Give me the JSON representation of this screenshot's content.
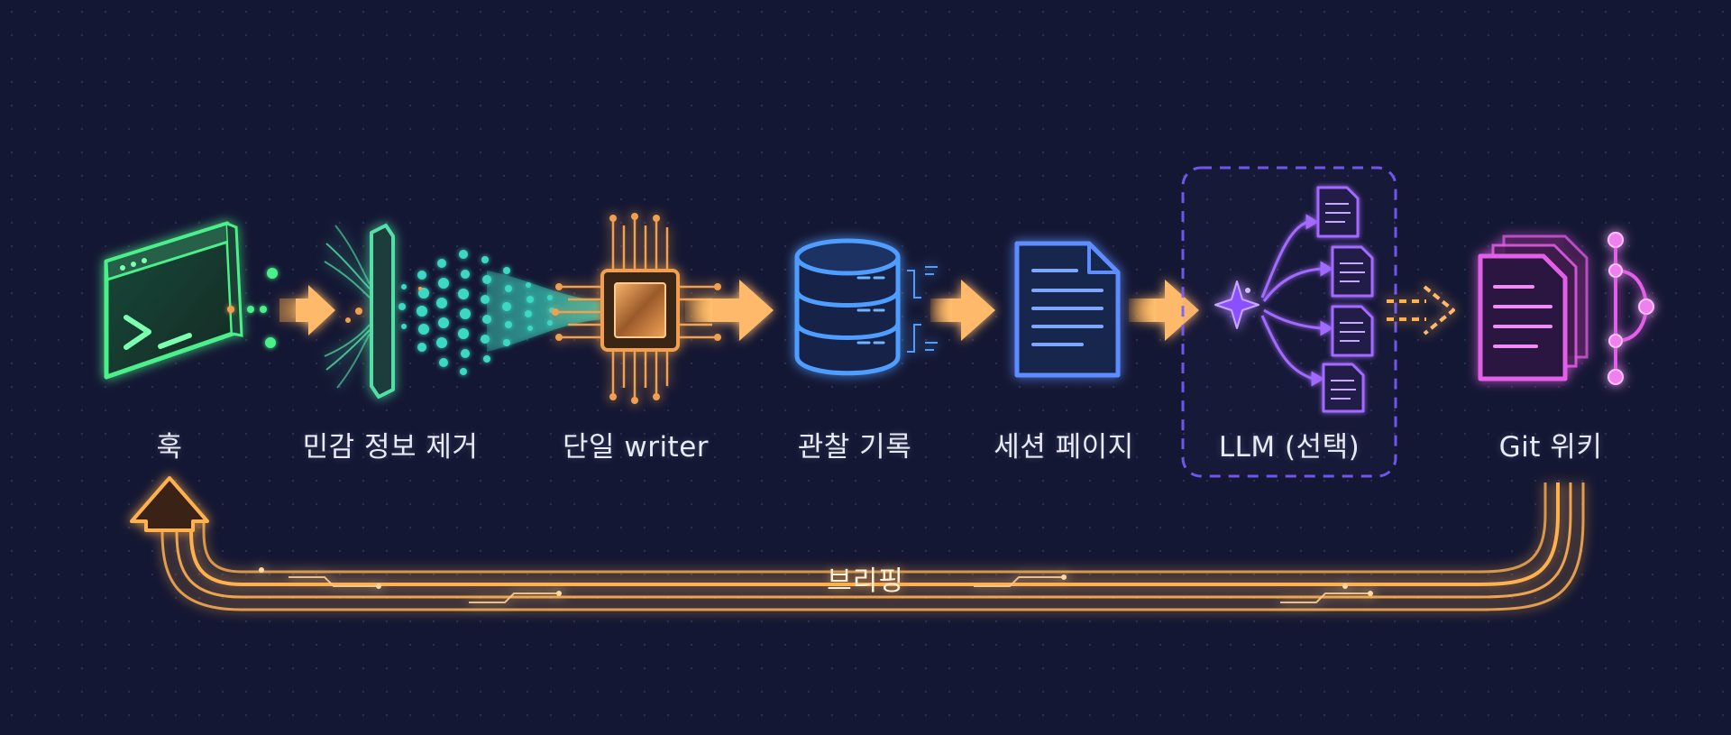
{
  "stages": [
    {
      "id": "hook",
      "label": "훅",
      "icon": "terminal-window-icon",
      "color": "#4cf08a"
    },
    {
      "id": "redact",
      "label": "민감 정보 제거",
      "icon": "filter-shield-icon",
      "color": "#52e0a8"
    },
    {
      "id": "writer",
      "label": "단일 writer",
      "icon": "processor-chip-icon",
      "color": "#f0a050"
    },
    {
      "id": "observation",
      "label": "관찰 기록",
      "icon": "database-icon",
      "color": "#4f9dff"
    },
    {
      "id": "session",
      "label": "세션 페이지",
      "icon": "document-page-icon",
      "color": "#5d8dff"
    },
    {
      "id": "llm",
      "label": "LLM (선택)",
      "icon": "sparkle-icon",
      "color": "#a26bff"
    },
    {
      "id": "wiki",
      "label": "Git 위키",
      "icon": "git-document-stack-icon",
      "color": "#e25ee8"
    }
  ],
  "feedback": {
    "label": "브리핑",
    "color": "#ffb050"
  },
  "colors": {
    "background": "#141733",
    "arrow": "#ffb050",
    "optional_box": "#7a5cff"
  }
}
